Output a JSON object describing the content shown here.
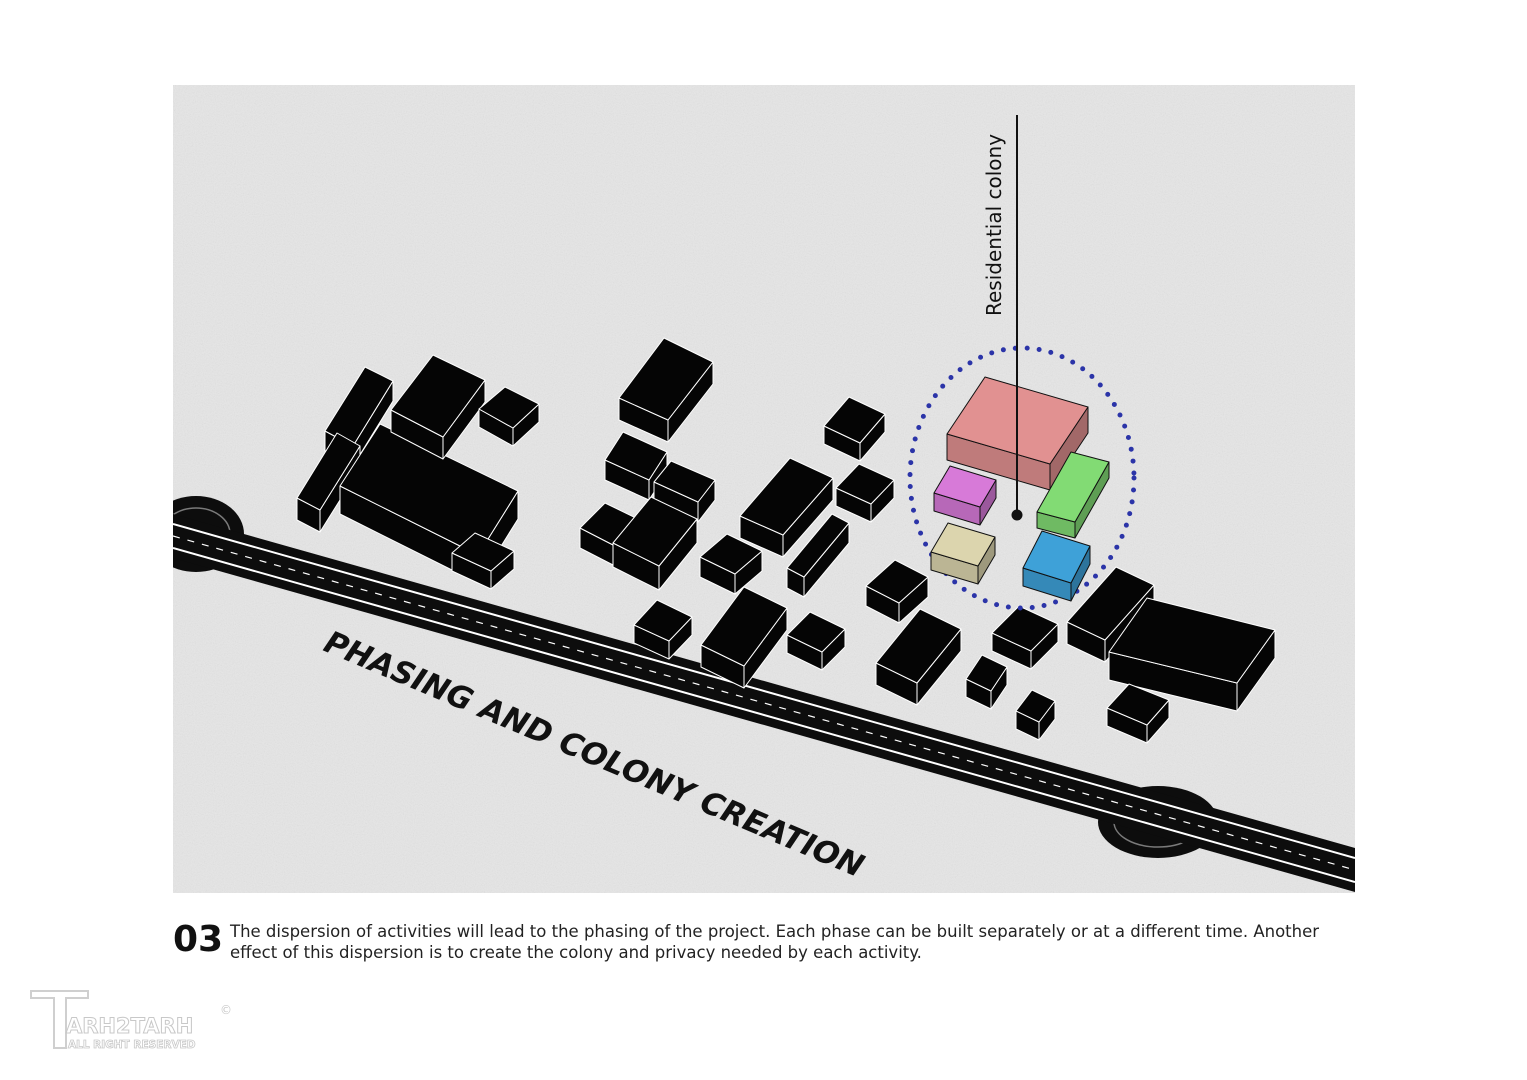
{
  "diagram": {
    "title": "PHASING AND COLONY CREATION",
    "callout_label": "Residential colony",
    "colony_colors": {
      "large": "#e19191",
      "magenta": "#d77ad8",
      "green": "#82db74",
      "beige": "#dcd5ae",
      "blue": "#3ea1d8",
      "dotted_boundary": "#2b34a8"
    }
  },
  "caption": {
    "number": "03",
    "text": "The dispersion of activities will lead to the phasing of the project. Each phase can be built separately or at a different time. Another effect of this dispersion is to create the colony and privacy needed by each activity."
  },
  "logo": {
    "brand": "ARH2TARH",
    "initial": "T",
    "tagline": "ALL RIGHT RESERVED",
    "mark": "©"
  }
}
